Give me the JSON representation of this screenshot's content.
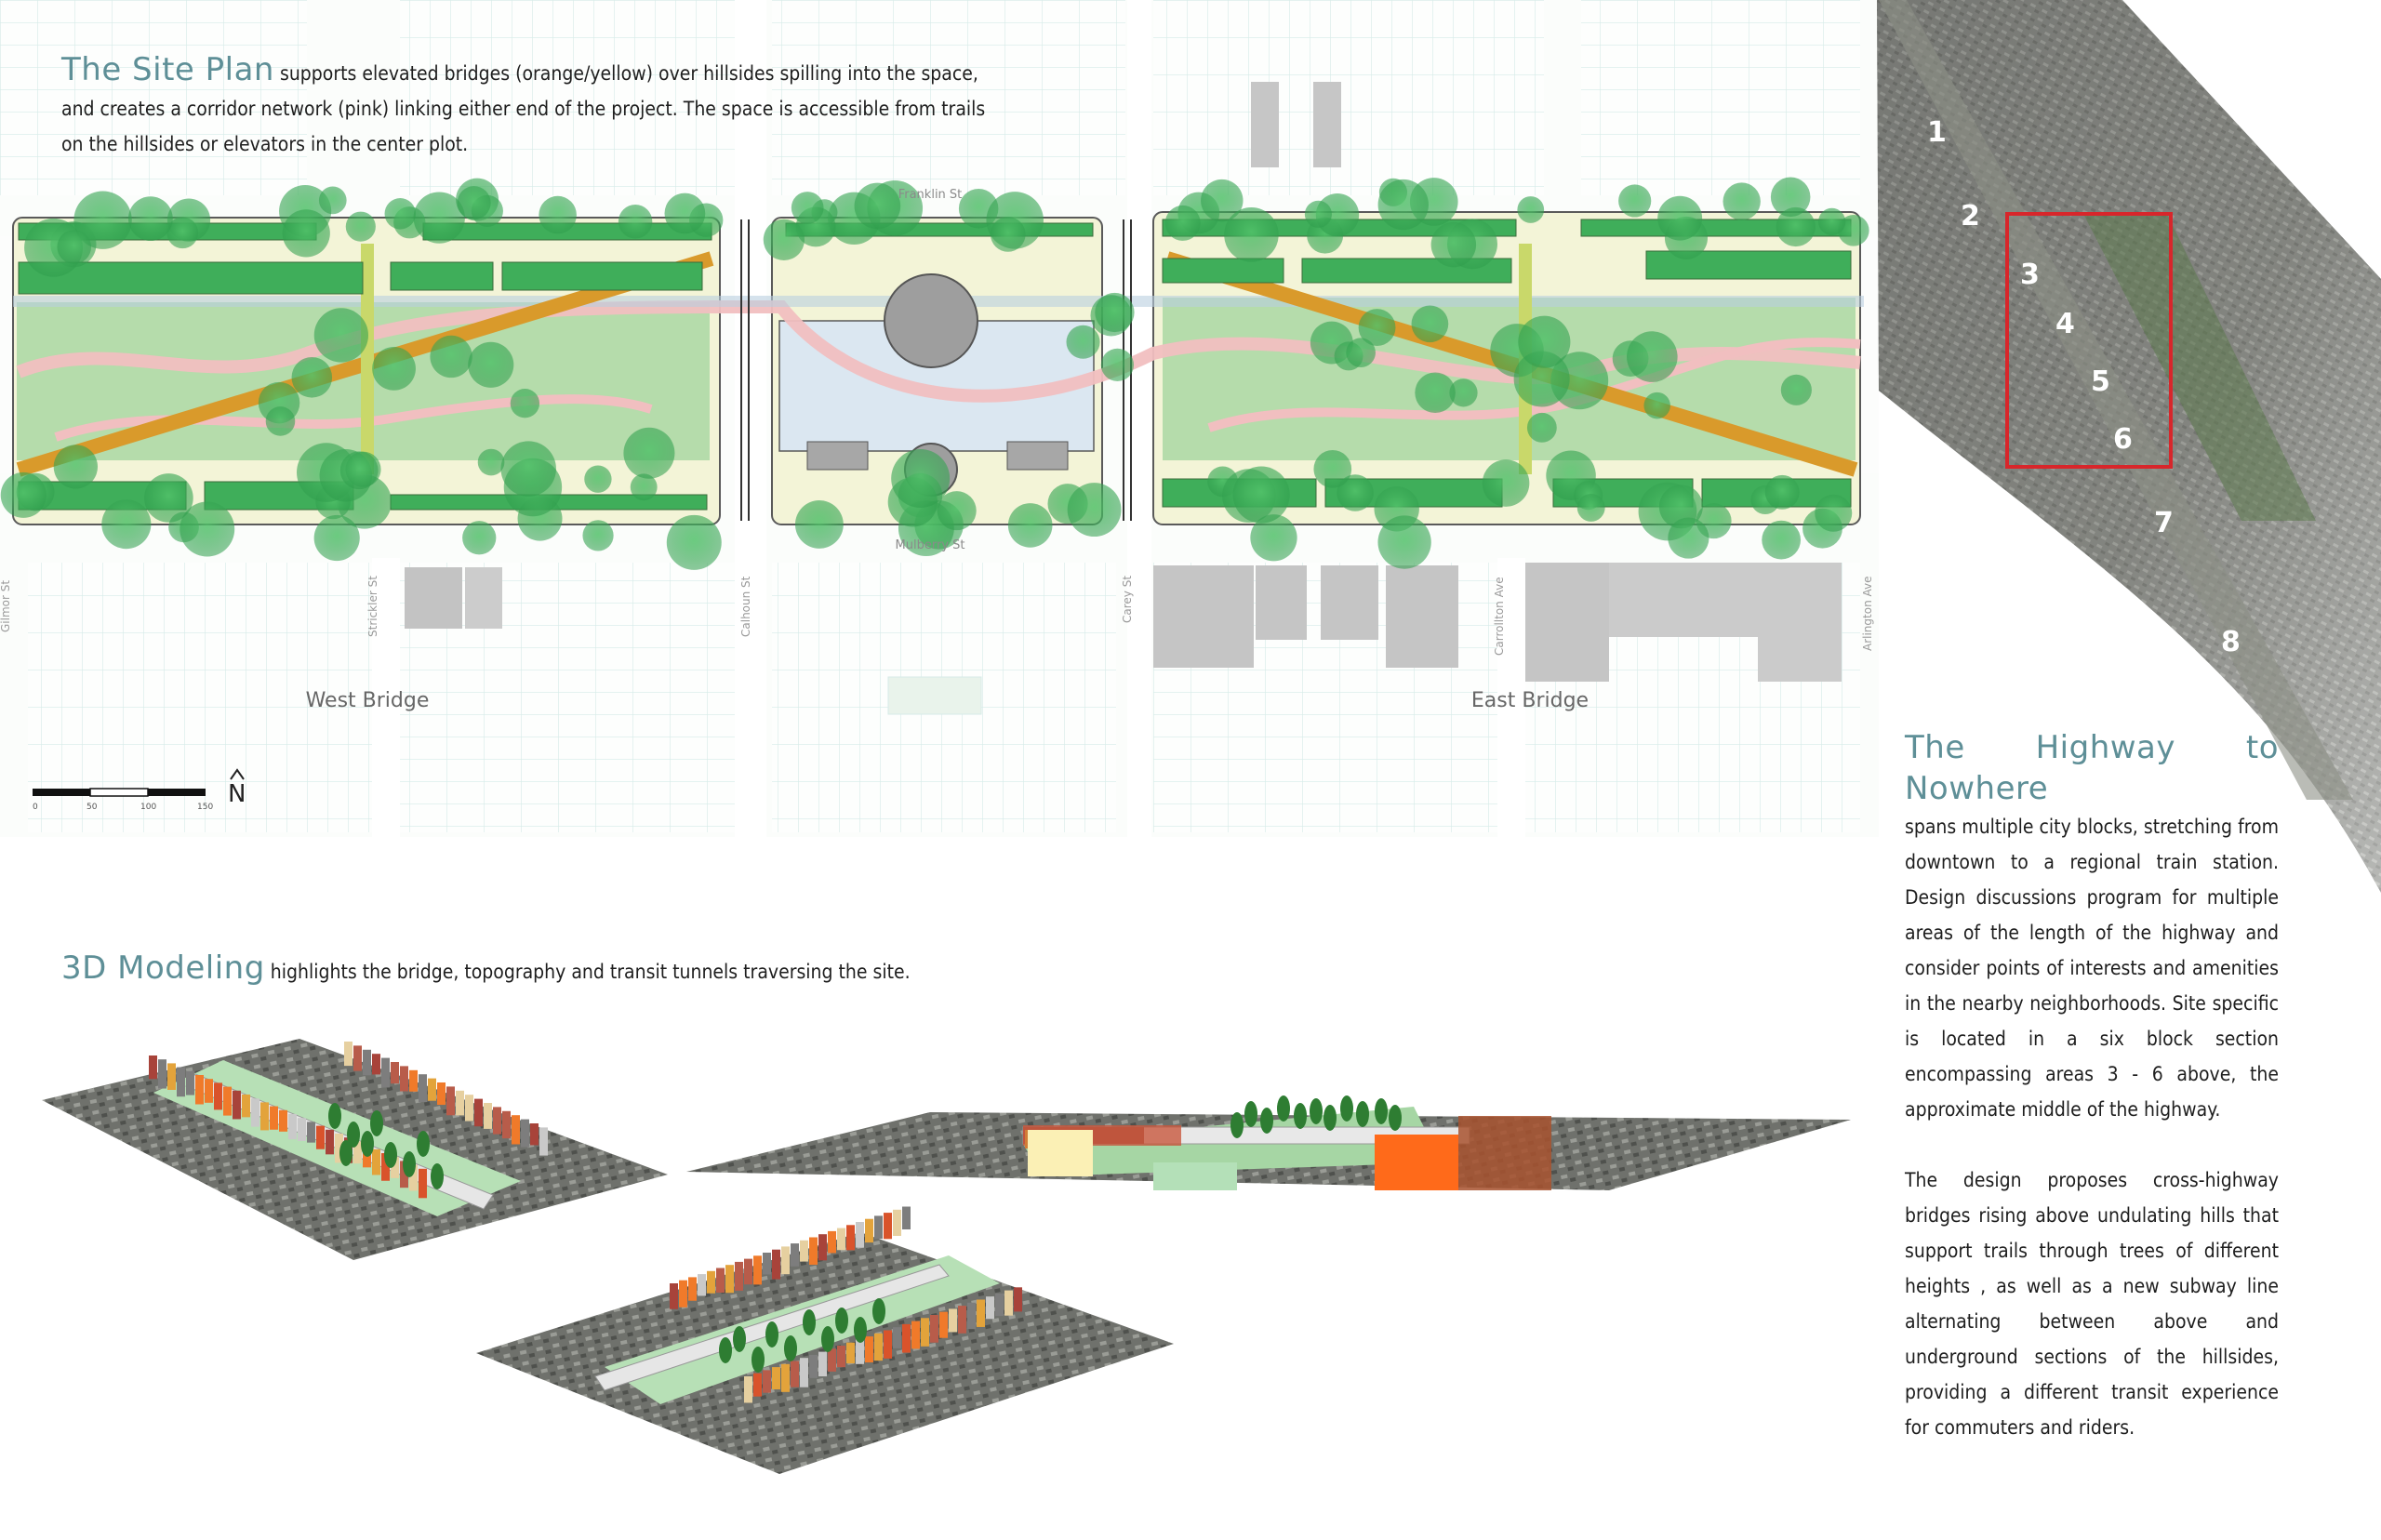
{
  "site_plan": {
    "title": "The Site Plan",
    "description": "supports elevated bridges (orange/yellow) over hillsides spilling into the space, and creates a corridor network (pink) linking either end of the project. The space is accessible from trails on the hillsides or elevators in the center plot."
  },
  "streets": {
    "franklin": "Franklin St",
    "mulberry": "Mulberry St",
    "gilmor": "Gilmor St",
    "strickler": "Strickler St",
    "calhoun": "Calhoun St",
    "carey": "Carey St",
    "carrollton": "Carrollton Ave",
    "arlington": "Arlington Ave"
  },
  "bridges": {
    "west": "West Bridge",
    "east": "East Bridge"
  },
  "scale_bar": {
    "ticks": [
      "0",
      "50",
      "100",
      "150"
    ],
    "north": "N"
  },
  "modeling": {
    "title": "3D Modeling",
    "description": "highlights the bridge, topography and transit tunnels traversing the site."
  },
  "aerial": {
    "area_numbers": [
      "1",
      "2",
      "3",
      "4",
      "5",
      "6",
      "7",
      "8"
    ]
  },
  "highway": {
    "title": "The Highway to Nowhere",
    "paragraph1": "spans multiple city blocks, stretching from downtown to a regional train station. Design discussions program for multiple areas of the length of the highway and consider points of interests and amenities in the nearby neighborhoods. Site specific is located in a six block section encompassing areas 3 - 6 above, the approximate middle of the highway.",
    "paragraph2": "The design proposes cross-highway bridges rising above undulating hills that support trails through trees of different heights , as well as a new subway line alternating between above and underground sections of the hillsides, providing a different transit experience for commuters and riders."
  },
  "colors": {
    "heading": "#5e8f97",
    "bridge_orange": "#d99a2b",
    "bridge_yellow": "#c9d86a",
    "corridor_pink": "#f1bfc0",
    "park_green": "#3fae5a",
    "aerial_box": "#d8262b"
  }
}
